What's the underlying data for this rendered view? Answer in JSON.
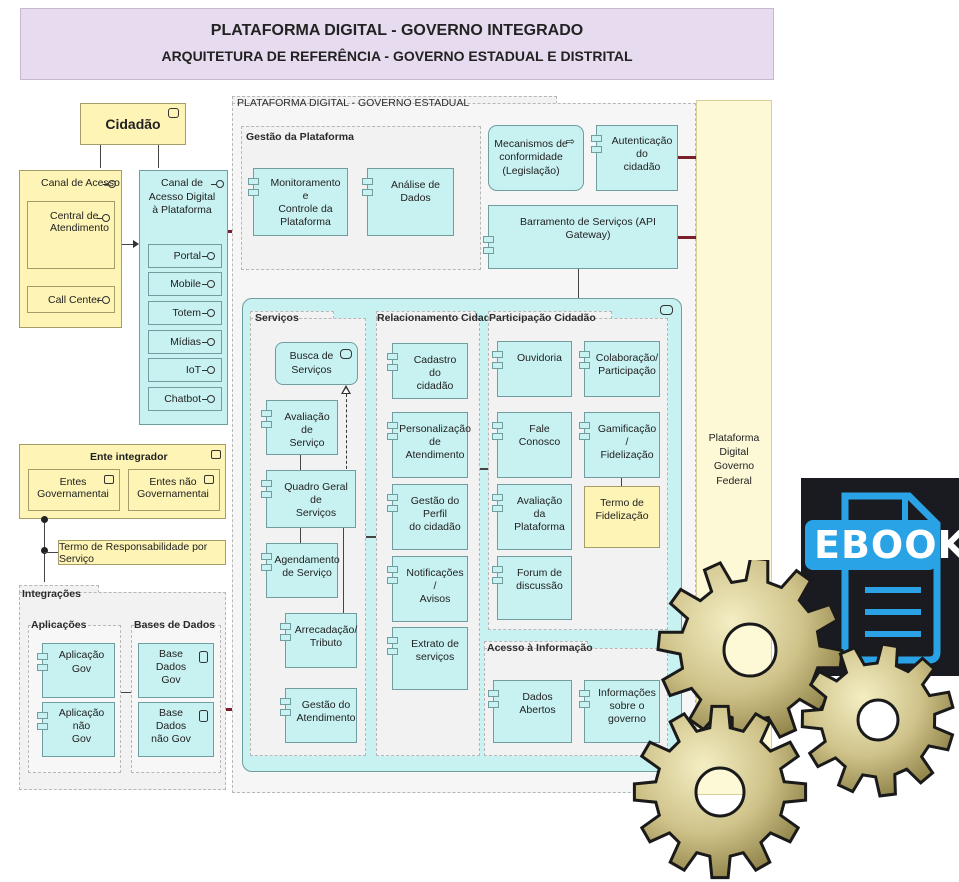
{
  "header": {
    "line1": "PLATAFORMA DIGITAL - GOVERNO INTEGRADO",
    "line2": "ARQUITETURA DE REFERÊNCIA - GOVERNO ESTADUAL E DISTRITAL"
  },
  "cidadao": "Cidadão",
  "canal_acesso": {
    "title": "Canal de Acesso",
    "central": "Central de\nAtendimento",
    "call_center": "Call Center"
  },
  "canal_digital": {
    "title": "Canal de\nAcesso Digital\nà Plataforma",
    "items": [
      "Portal",
      "Mobile",
      "Totem",
      "Mídias",
      "IoT",
      "Chatbot"
    ]
  },
  "ente": {
    "title": "Ente integrador",
    "gov": "Entes\nGovernamentai",
    "nao_gov": "Entes não\nGovernamentai",
    "termo": "Termo de Responsabilidade por Serviço"
  },
  "integracoes": {
    "title": "Integrações",
    "aplicacoes": "Aplicações",
    "app_gov": "Aplicação Gov",
    "app_nao_gov": "Aplicação não\nGov",
    "bases": "Bases de Dados",
    "base_gov": "Base Dados\nGov",
    "base_nao_gov": "Base Dados\nnão Gov"
  },
  "plataforma_estadual": {
    "title": "PLATAFORMA DIGITAL - GOVERNO ESTADUAL",
    "gestao": {
      "title": "Gestão da Plataforma",
      "monitoramento": "Monitoramento e\nControle da\nPlataforma",
      "analise": "Análise de Dados"
    },
    "mecanismos": "Mecanismos de\nconformidade\n(Legislação)",
    "autenticacao": "Autenticação do\ncidadão",
    "barramento": "Barramento de Serviços (API Gateway)",
    "servicos": {
      "title": "Serviços",
      "busca": "Busca de\nServiços",
      "avaliacao": "Avaliação de\nServiço",
      "quadro": "Quadro Geral de\nServiços",
      "agendamento": "Agendamento\nde Serviço",
      "arrecadacao": "Arrecadação/\nTributo",
      "gestao_atendimento": "Gestão do\nAtendimento"
    },
    "relacionamento": {
      "title": "Relacionamento Cidadão",
      "items": [
        "Cadastro do\ncidadão",
        "Personalização\nde Atendimento",
        "Gestão do Perfil\ndo cidadão",
        "Notificações /\nAvisos",
        "Extrato de\nserviços"
      ]
    },
    "participacao": {
      "title": "Participação Cidadão",
      "ouvidoria": "Ouvidoria",
      "colaboracao": "Colaboração/\nParticipação",
      "fale": "Fale Conosco",
      "gamificacao": "Gamificação /\nFidelização",
      "avaliacao_plat": "Avaliação da\nPlataforma",
      "termo_fid": "Termo de\nFidelização",
      "forum": "Forum de\ndiscussão"
    },
    "acesso": {
      "title": "Acesso à Informação",
      "dados": "Dados Abertos",
      "info": "Informações\nsobre o\ngoverno"
    }
  },
  "federal": "Plataforma Digital\nGoverno Federal",
  "ebook": "EBOOK"
}
